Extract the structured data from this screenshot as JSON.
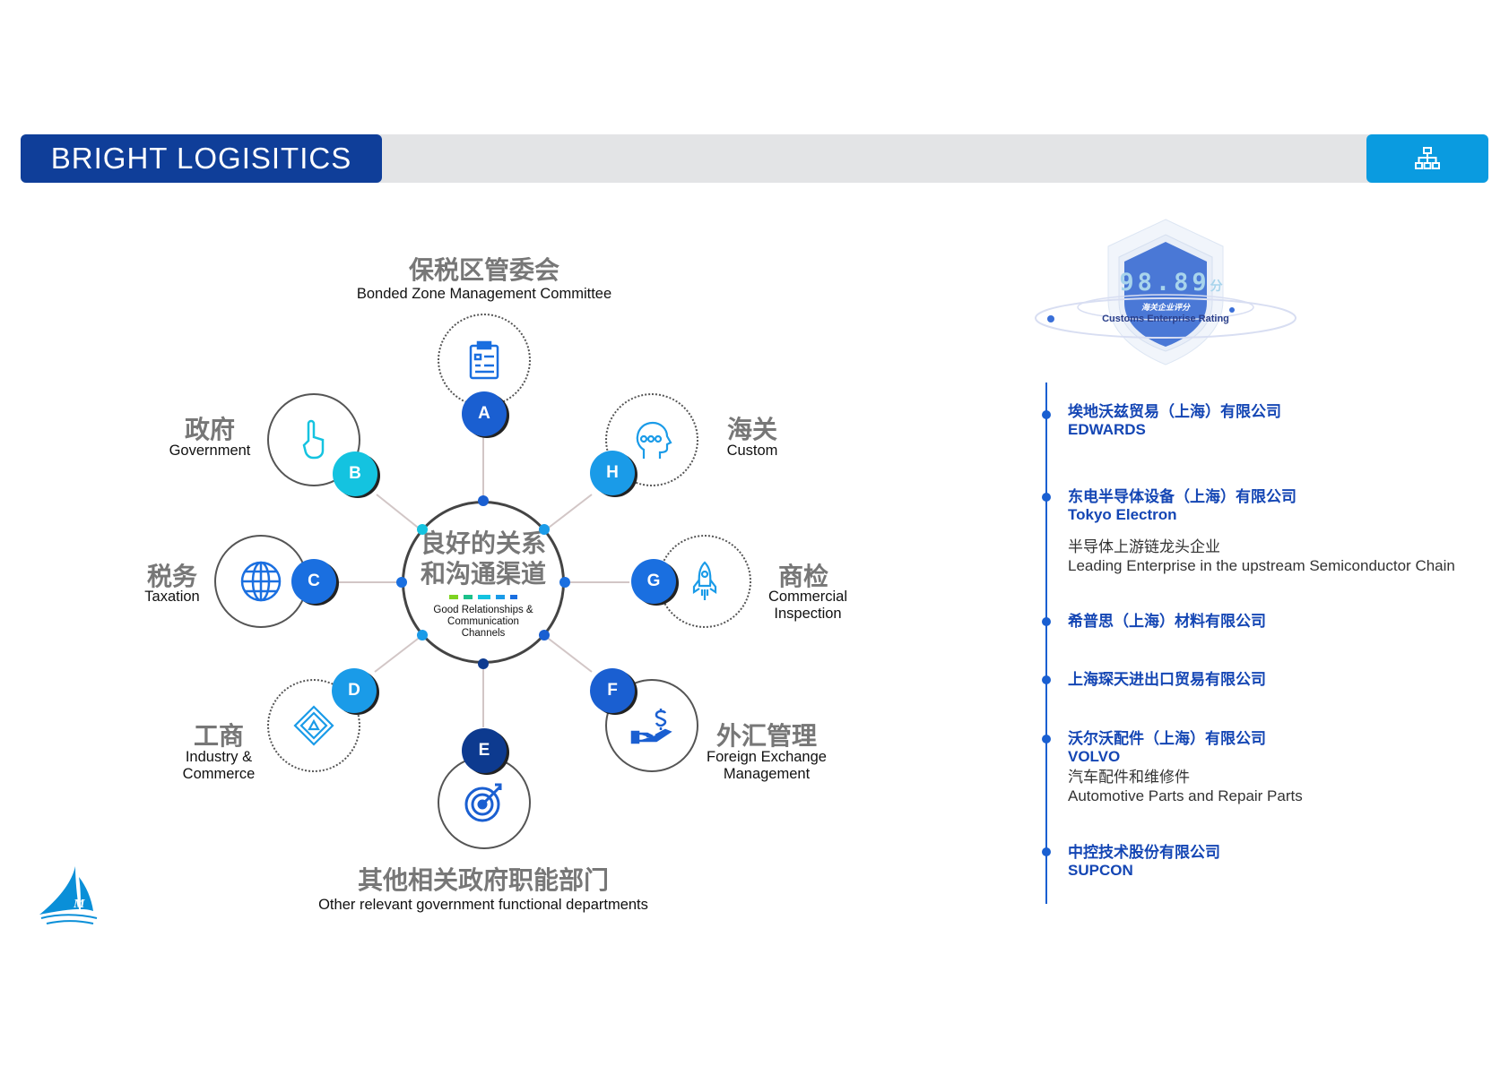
{
  "header": {
    "title": "BRIGHT LOGISITICS",
    "button_icon": "org-chart-icon"
  },
  "hub": {
    "title_line1": "良好的关系",
    "title_line2": "和沟通渠道",
    "subtitle_line1": "Good Relationships &",
    "subtitle_line2": "Communication",
    "subtitle_line3": "Channels"
  },
  "nodes": {
    "A": {
      "letter": "A",
      "cn": "保税区管委会",
      "en": "Bonded Zone Management Committee",
      "icon": "clipboard-icon"
    },
    "B": {
      "letter": "B",
      "cn": "政府",
      "en": "Government",
      "icon": "hand-pointer-icon"
    },
    "C": {
      "letter": "C",
      "cn": "税务",
      "en": "Taxation",
      "icon": "globe-icon"
    },
    "D": {
      "letter": "D",
      "cn": "工商",
      "en1": "Industry &",
      "en2": "Commerce",
      "icon": "diamond-icon"
    },
    "E": {
      "letter": "E",
      "cn": "其他相关政府职能部门",
      "en": "Other relevant government functional departments",
      "icon": "target-icon"
    },
    "F": {
      "letter": "F",
      "cn": "外汇管理",
      "en1": "Foreign Exchange",
      "en2": "Management",
      "icon": "money-hand-icon"
    },
    "G": {
      "letter": "G",
      "cn": "商检",
      "en1": "Commercial",
      "en2": "Inspection",
      "icon": "rocket-icon"
    },
    "H": {
      "letter": "H",
      "cn": "海关",
      "en": "Custom",
      "icon": "head-people-icon"
    }
  },
  "rating": {
    "score": "98.89",
    "unit": "分",
    "label_cn": "海关企业评分",
    "label_en": "Customs Enterprise Rating"
  },
  "clients": [
    {
      "cn": "埃地沃兹贸易（上海）有限公司",
      "en": "EDWARDS"
    },
    {
      "cn": "东电半导体设备（上海）有限公司",
      "en": "Tokyo Electron",
      "desc_cn": "半导体上游链龙头企业",
      "desc_en": "Leading Enterprise in the upstream Semiconductor Chain"
    },
    {
      "cn": "希普思（上海）材料有限公司"
    },
    {
      "cn": "上海琛天进出口贸易有限公司"
    },
    {
      "cn": "沃尔沃配件（上海）有限公司",
      "en": "VOLVO",
      "desc_cn": "汽车配件和维修件",
      "desc_en": "Automotive Parts and Repair Parts"
    },
    {
      "cn": "中控技术股份有限公司",
      "en": "SUPCON"
    }
  ],
  "colors": {
    "navy": "#0f3e99",
    "sky": "#0a9be0",
    "blue": "#1a5fd1"
  }
}
